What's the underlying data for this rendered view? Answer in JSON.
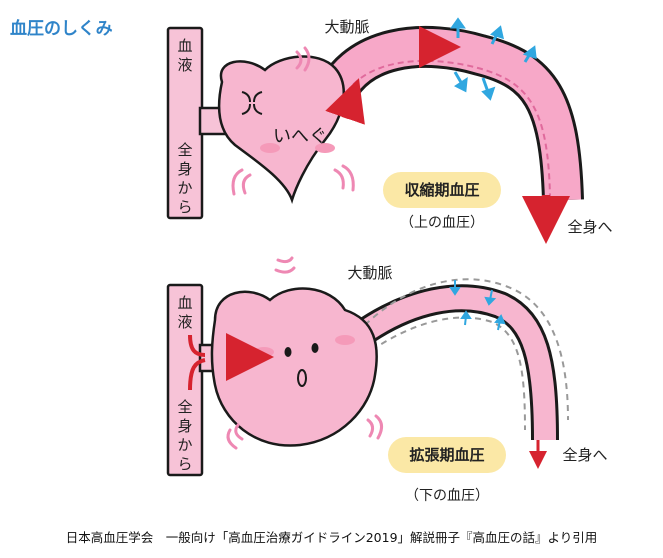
{
  "title": "血圧のしくみ",
  "systole": {
    "artery_label": "大動脈",
    "vessel_top_label": "血液",
    "vessel_bottom_label": "全身から",
    "face_text": "いへぐ",
    "phase_label": "収縮期血圧",
    "phase_sub": "（上の血圧）",
    "to_body_label": "全身へ"
  },
  "diastole": {
    "artery_label": "大動脈",
    "vessel_top_label": "血液",
    "vessel_bottom_label": "全身から",
    "phase_label": "拡張期血圧",
    "phase_sub": "（下の血圧）",
    "to_body_label": "全身へ"
  },
  "caption": "日本高血圧学会　一般向け「高血圧治療ガイドライン2019」解説冊子『高血圧の話』より引用",
  "colors": {
    "title": "#2f84c9",
    "heart": "#f7a8c8",
    "flow_arrow": "#d6232f",
    "pressure_arrow": "#30a7e0",
    "pill": "#fbe8a6"
  }
}
